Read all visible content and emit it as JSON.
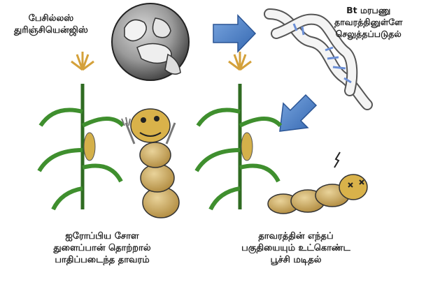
{
  "labels": {
    "bacillus": [
      "பேசில்லஸ்",
      "துரிஞ்சியென்ஜிஸ்"
    ],
    "bt_gene": [
      "Bt மரபணு",
      "தாவரத்தினுள்ளே",
      "செலுத்தப்படுதல்"
    ],
    "infested_plant": [
      "ஐரோப்பிய சோள",
      "துளைப்பான்  தொற்றால்",
      "பாதிப்படைந்த தாவரம்"
    ],
    "insect_death": [
      "தாவரத்தின் எந்தப்",
      "பகுதியையும் உட்கொண்ட",
      "பூச்சி மடிதல்"
    ]
  },
  "colors": {
    "arrow_blue": "#4a7fc4",
    "dna_stripe": "#6b8fd6",
    "plant_green": "#3f8f2e",
    "tassel_gold": "#d4a13a",
    "larva_tan": "#c9a45c",
    "sphere_grey": "#9a9a9a"
  },
  "icons": [
    "bacteria-sphere-icon",
    "dna-helix-icon",
    "arrow-right-icon",
    "arrow-down-left-icon",
    "corn-plant-icon",
    "larva-with-fork-icon",
    "dead-larva-icon"
  ]
}
